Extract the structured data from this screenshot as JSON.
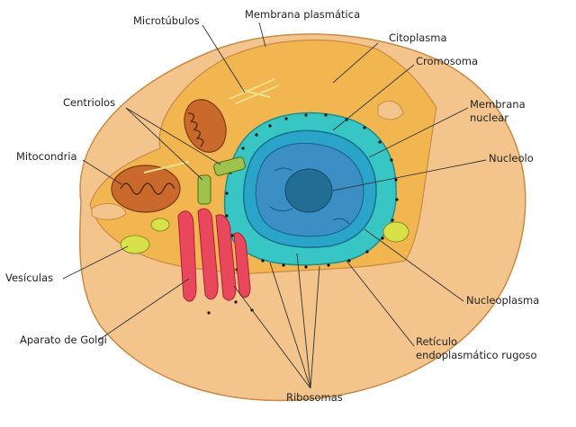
{
  "labels": {
    "microtubulos": "Microtúbulos",
    "membrana_plasmatica": "Membrana plasmática",
    "citoplasma": "Citoplasma",
    "cromosoma": "Cromosoma",
    "membrana_nuclear_1": "Membrana",
    "membrana_nuclear_2": "nuclear",
    "centriolos": "Centriolos",
    "nucleolo": "Nucleolo",
    "mitocondria": "Mitocondria",
    "vesiculas": "Vesículas",
    "nucleoplasma": "Nucleoplasma",
    "aparato_golgi": "Aparato de Golgi",
    "reticulo_1": "Retículo",
    "reticulo_2": "endoplasmático rugoso",
    "ribosomas": "Ribosomas"
  },
  "colors": {
    "cell_outer": "#f3c48c",
    "cytoplasm": "#f2b650",
    "nucleus_outer": "#38c6c4",
    "nucleus_ring": "#2aa4c8",
    "nucleoplasm": "#3b8fc4",
    "nucleolus": "#226d94",
    "golgi": "#e8475c",
    "mitochondria": "#c96a2c",
    "vesicle": "#d8e04a"
  }
}
